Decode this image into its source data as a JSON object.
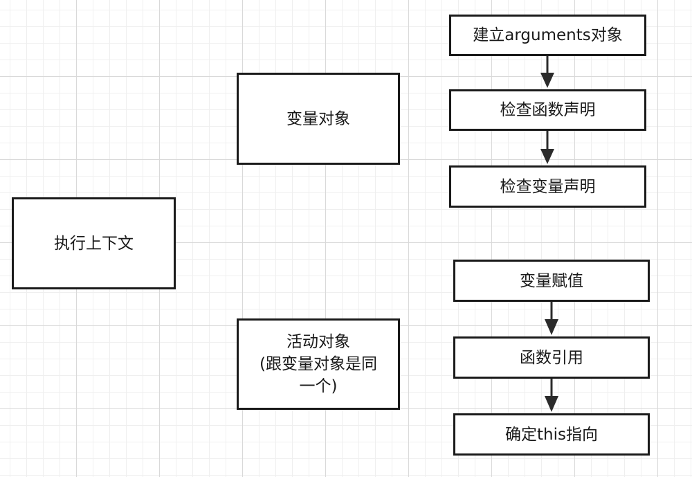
{
  "diagram": {
    "root": {
      "label": "执行上下文"
    },
    "variable_object": {
      "label": "变量对象",
      "steps": [
        "建立arguments对象",
        "检查函数声明",
        "检查变量声明"
      ]
    },
    "activation_object": {
      "label": "活动对象\n(跟变量对象是同\n一个)",
      "steps": [
        "变量赋值",
        "函数引用",
        "确定this指向"
      ]
    }
  },
  "colors": {
    "stroke": "#1a1a1a",
    "grid_major": "#d9d9d9",
    "grid_minor": "#efefef",
    "background": "#ffffff"
  }
}
